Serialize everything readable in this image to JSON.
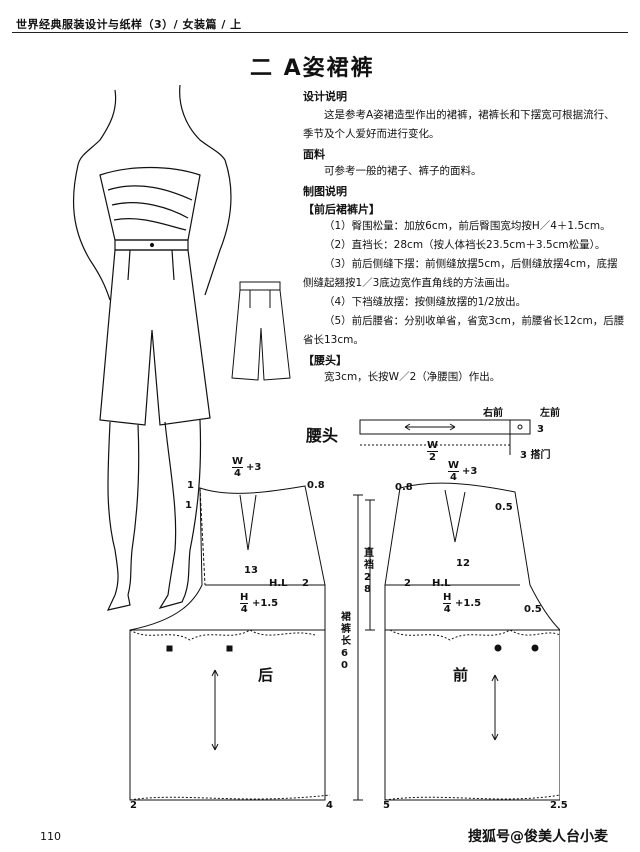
{
  "header": {
    "running_title": "世界经典服装设计与纸样（3）/ 女装篇 / 上"
  },
  "section": {
    "title": "二  A姿裙裤"
  },
  "design": {
    "heading": "设计说明",
    "body": "这是参考A姿裙造型作出的裙裤，裙裤长和下摆宽可根据流行、季节及个人爱好而进行变化。"
  },
  "fabric": {
    "heading": "面料",
    "body": "可参考一般的裙子、裤子的面料。"
  },
  "drafting": {
    "heading": "制图说明",
    "part_heading": "【前后裙裤片】",
    "steps": [
      "（1）臀围松量：加放6cm，前后臀围宽均按H／4＋1.5cm。",
      "（2）直裆长：28cm（按人体裆长23.5cm＋3.5cm松量）。",
      "（3）前后侧缝下摆：前侧缝放摆5cm，后侧缝放摆4cm，底摆侧缝起翘按1／3底边宽作直角线的方法画出。",
      "（4）下裆缝放摆：按侧缝放摆的1/2放出。",
      "（5）前后腰省：分别收单省，省宽3cm，前腰省长12cm，后腰省长13cm。"
    ],
    "waist_heading": "【腰头】",
    "waist_body": "宽3cm，长按W／2（净腰围）作出。"
  },
  "diagram": {
    "waistband_label": "腰头",
    "right_front": "右前",
    "left_front": "左前",
    "w_half_num": "W",
    "w_half_den": "2",
    "waist_width": "3",
    "overlap": "3 搭门",
    "w4_num": "W",
    "w4_den": "4",
    "plus3": "+3",
    "h4_num": "H",
    "h4_den": "4",
    "plus15": "+1.5",
    "dart_back": "13",
    "dart_front": "12",
    "hl": "H.L",
    "two": "2",
    "one": "1",
    "zero8": "0.8",
    "zero5": "0.5",
    "crotch_depth": "直裆28",
    "length": "裙裤长60",
    "back": "后",
    "front": "前",
    "hem_back_side": "2",
    "hem_back_inner": "4",
    "hem_front_inner": "5",
    "hem_front_side": "2.5"
  },
  "footer": {
    "page_number": "110",
    "watermark": "搜狐号@俊美人台小麦"
  }
}
